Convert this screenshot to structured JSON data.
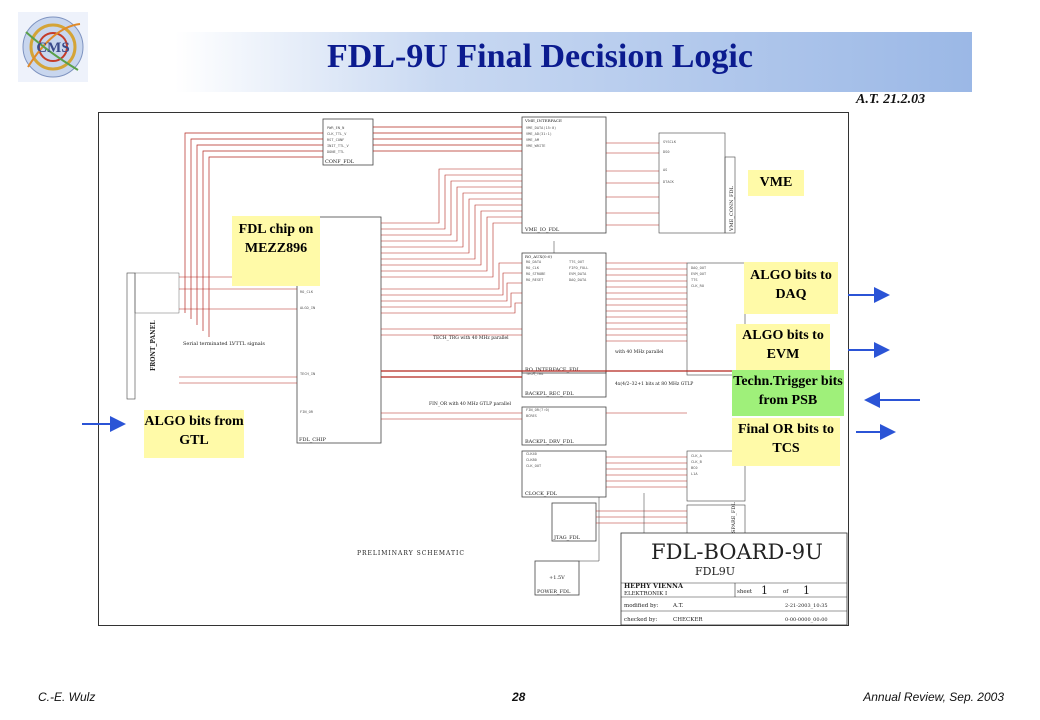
{
  "header": {
    "title": "FDL-9U Final Decision Logic",
    "date": "A.T. 21.2.03"
  },
  "logo": {
    "text": "CMS"
  },
  "schematic": {
    "preliminary": "PRELIMINARY SCHEMATIC",
    "board_name": "FDL-BOARD-9U",
    "board_sub": "FDL9U",
    "org1": "HEPHY VIENNA",
    "org2": "ELEKTRONIK I",
    "sheet_label": "sheet",
    "sheet_num": "1",
    "of_label": "of",
    "sheet_total": "1",
    "modified_by": "modified by:",
    "modified_name": "A.T.",
    "modified_date": "2-21-2003_10:35",
    "checked_by": "checked by:",
    "checked_name": "CHECKER",
    "checked_date": "0-00-0000_00:00",
    "blocks": {
      "conf_fdl": "CONF_FDL",
      "vme_interface": "VME_INTERFACE",
      "vme_io_fdl": "VME_IO_FDL",
      "ro_interface": "RO_INTERFACE_FDL",
      "backpl_rec": "BACKPL_REC_FDL",
      "backpl_drv": "BACKPL_DRV_FDL",
      "clock_fdl": "CLOCK_FDL",
      "jtag_fdl": "JTAG_FDL",
      "power_fdl": "POWER_FDL",
      "fdl_chip": "FDL_CHIP",
      "front_panel": "FRONT_PANEL",
      "vme_conn": "VME_CONN_FDL",
      "spare_fdl": "SPARE_FDL",
      "ro_label": "RO_AUX(0:0)",
      "power_volt": "+1.5V"
    },
    "annotations": {
      "serial": "Serial terminated LVTTL signals",
      "tech_trg": "TECH_TRG with 40 MHz parallel",
      "fin_or": "FIN_OR with 40 MHz GTLP parallel",
      "algo_parallel": "with 40 MHz parallel",
      "gtlp": "4x(4/2–32+1 bits at 80 MHz GTLP"
    }
  },
  "labels": {
    "fdl_chip": "FDL chip on MEZZ896",
    "vme": "VME",
    "algo_daq": "ALGO bits to DAQ",
    "algo_evm": "ALGO bits to EVM",
    "techn_trigger": "Techn.Trigger bits from PSB",
    "final_or": "Final OR bits to TCS",
    "algo_gtl": "ALGO bits from GTL"
  },
  "footer": {
    "left": "C.-E. Wulz",
    "center": "28",
    "right": "Annual Review, Sep. 2003"
  },
  "colors": {
    "title": "#0b1b8f",
    "arrow": "#2b54d6",
    "wire": "#b3261e",
    "note_yellow": "#fffaa8",
    "note_green": "#9ff07a"
  }
}
